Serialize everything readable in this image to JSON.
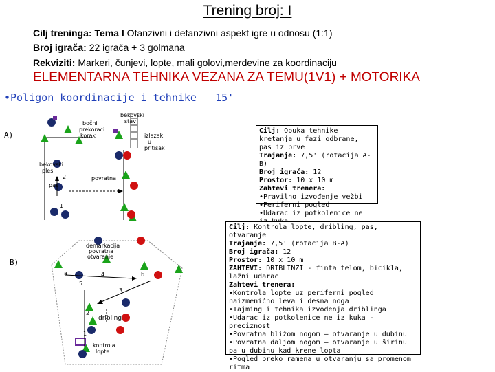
{
  "title": "Trening broj: I",
  "meta": [
    {
      "label": "Cilj treninga:",
      "bold_value": "Tema I",
      "value": " Ofanzivni i defanzivni aspekt igre u odnosu (1:1)"
    },
    {
      "label": "Broj igrača:",
      "bold_value": "",
      "value": " 22 igrača + 3 golmana"
    },
    {
      "label": "Rekviziti:",
      "bold_value": "",
      "value": " Markeri, čunjevi, lopte, mali golovi,merdevine za koordinaciju"
    }
  ],
  "heading": "ELEMENTARNA TEHNIKA VEZANA ZA TEMU(1V1) + MOTORIKA",
  "bullet": {
    "dot": "•",
    "text": "Poligon koordinacije i tehnike",
    "time": "15'"
  },
  "drill_a": {
    "marker": "A)",
    "diagram_labels": {
      "bekovski_stav": "bekovski\nstav",
      "bocni": "bočni\nprekoraci\nkorak",
      "izlazak": "izlazak\nu\npritisak",
      "bekovski_ples": "bekovski\nples",
      "povratna": "povratna",
      "pas": "pas",
      "n1": "1",
      "n2": "2"
    },
    "box": {
      "cilj_label": "Cilj:",
      "cilj": " Obuka tehnike kretanja u fazi odbrane, pas iz prve",
      "trajanje_label": "Trajanje:",
      "trajanje": " 7,5' (rotacija A-B)",
      "broj_label": "Broj igrača:",
      "broj": " 12",
      "prostor_label": "Prostor:",
      "prostor": " 10 x 10 m",
      "zahtevi_label": "Zahtevi trenera:",
      "items": [
        "•Pravilno izvođenje vežbi",
        "•Periferni pogled",
        "•Udarac iz potkolenice ne iz kuka"
      ]
    }
  },
  "drill_b": {
    "marker": "B)",
    "diagram_labels": {
      "demarkacija": "demarkacija\npovratna\notvaranje",
      "a": "a",
      "b": "b",
      "n4": "4",
      "n5": "5",
      "n3": "3",
      "n2": "2",
      "n1": "1",
      "dribling": "dribling",
      "kontrola": "kontrola\nlopte"
    },
    "box": {
      "cilj_label": "Cilj:",
      "cilj": " Kontrola lopte, dribling, pas, otvaranje",
      "trajanje_label": "Trajanje:",
      "trajanje": " 7,5' (rotacija B-A)",
      "broj_label": "Broj igrača:",
      "broj": " 12",
      "prostor_label": "Prostor:",
      "prostor": " 10 x 10 m",
      "zahtevi_ukratko_label": "ZAHTEVI:",
      "zahtevi_ukratko": " DRIBLINZI - finta telom, bicikla, lažni udarac",
      "zahtevi_label": "Zahtevi trenera:",
      "items": [
        "•Kontrola lopte uz periferni pogled naizmenično levа i desna noga",
        "•Tajming i tehnika izvođenja driblinga",
        "•Udarac iz potkolenice ne iz kuka - preciznost",
        "•Povratna bližom nogom – otvaranje u dubinu",
        "•Povratna daljom nogom – otvaranje u širinu pa u dubinu kad krene lopta",
        "•Pogled preko ramena u otvaranju sa promenom ritma"
      ]
    }
  },
  "colors": {
    "accent_red": "#c00000",
    "bullet_blue": "#1f3fb8",
    "cone_green": "#1aa31a",
    "player_red": "#d01010",
    "player_navy": "#1a2a6a",
    "marker_purple": "#6a2a9a"
  }
}
